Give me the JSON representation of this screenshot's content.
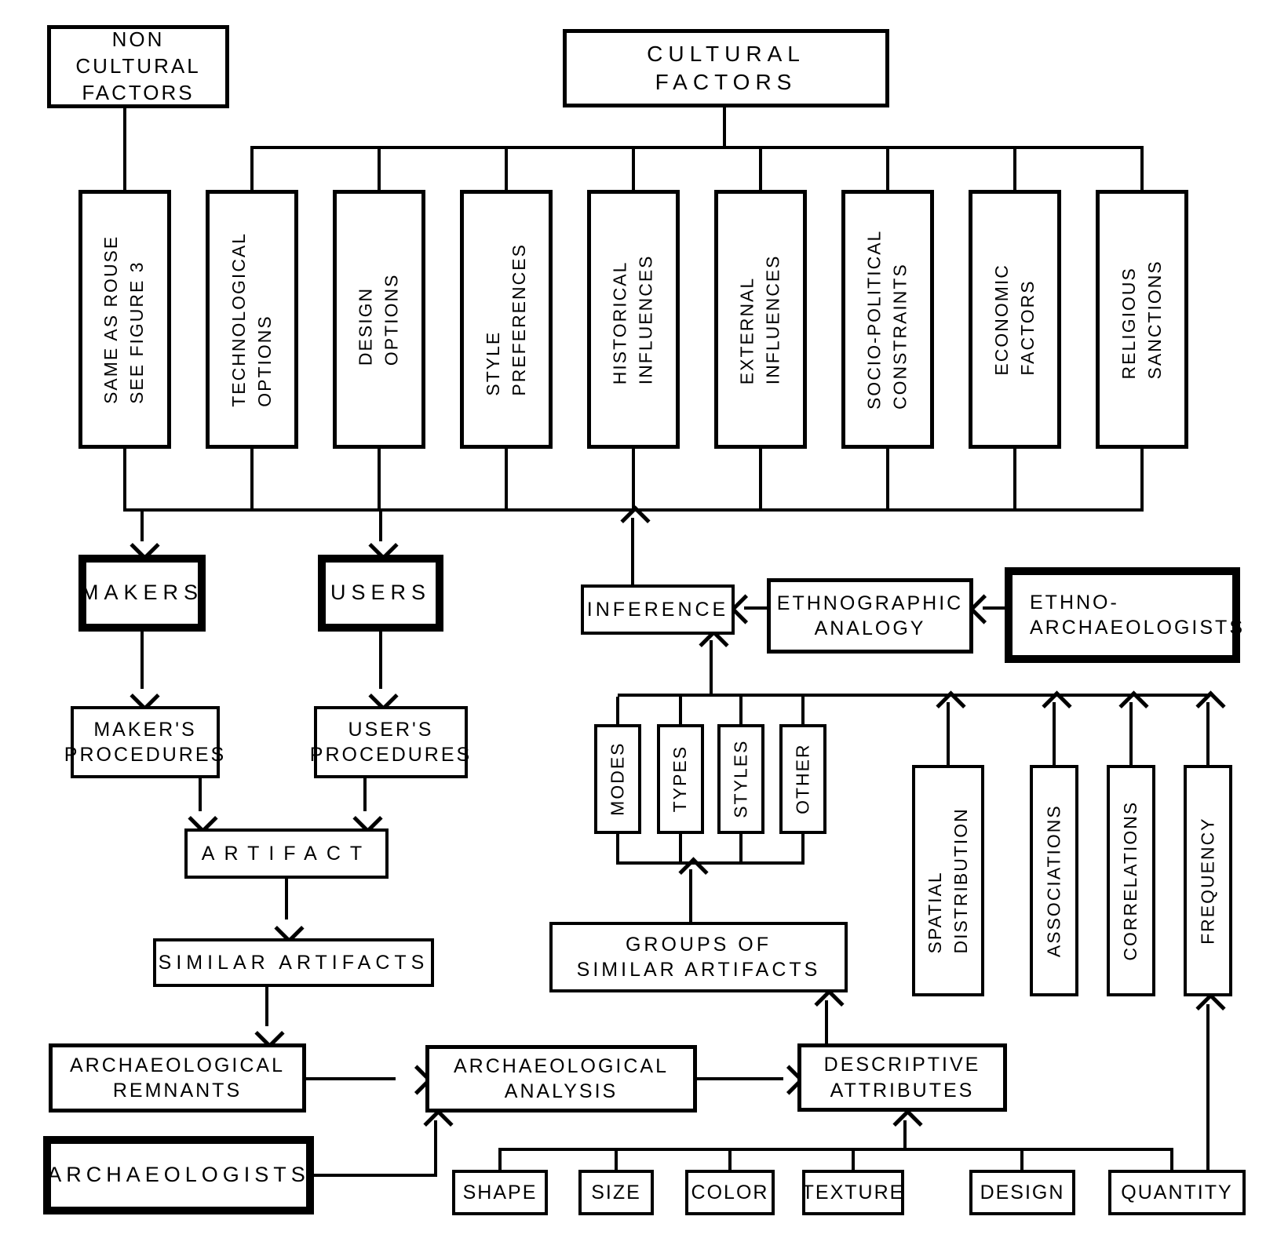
{
  "title": "Cultural factors and archaeological inference flowchart",
  "colors": {
    "ink": "#000000",
    "paper": "#ffffff"
  },
  "nodes": {
    "non_cultural_factors": {
      "lines": [
        "NON",
        "CULTURAL",
        "FACTORS"
      ]
    },
    "cultural_factors": {
      "lines": [
        "CULTURAL FACTORS"
      ]
    },
    "same_as_rouse": {
      "lines": [
        "SAME AS ROUSE",
        "SEE FIGURE 3"
      ]
    },
    "technological_options": {
      "lines": [
        "TECHNOLOGICAL",
        "OPTIONS"
      ]
    },
    "design_options": {
      "lines": [
        "DESIGN",
        "OPTIONS"
      ]
    },
    "style_preferences": {
      "lines": [
        "STYLE",
        "PREFERENCES"
      ]
    },
    "historical_influences": {
      "lines": [
        "HISTORICAL",
        "INFLUENCES"
      ]
    },
    "external_influences": {
      "lines": [
        "EXTERNAL",
        "INFLUENCES"
      ]
    },
    "socio_political_constraints": {
      "lines": [
        "SOCIO-POLITICAL",
        "CONSTRAINTS"
      ]
    },
    "economic_factors": {
      "lines": [
        "ECONOMIC",
        "FACTORS"
      ]
    },
    "religious_sanctions": {
      "lines": [
        "RELIGIOUS",
        "SANCTIONS"
      ]
    },
    "makers": {
      "lines": [
        "MAKERS"
      ]
    },
    "users": {
      "lines": [
        "USERS"
      ]
    },
    "inference": {
      "lines": [
        "INFERENCE"
      ]
    },
    "ethnographic_analogy": {
      "lines": [
        "ETHNOGRAPHIC",
        "ANALOGY"
      ]
    },
    "ethno_archaeologists": {
      "lines": [
        "ETHNO-",
        "ARCHAEOLOGISTS"
      ]
    },
    "makers_procedures": {
      "lines": [
        "MAKER'S",
        "PROCEDURES"
      ]
    },
    "users_procedures": {
      "lines": [
        "USER'S",
        "PROCEDURES"
      ]
    },
    "modes": {
      "lines": [
        "MODES"
      ]
    },
    "types": {
      "lines": [
        "TYPES"
      ]
    },
    "styles": {
      "lines": [
        "STYLES"
      ]
    },
    "other": {
      "lines": [
        "OTHER"
      ]
    },
    "spatial_distribution": {
      "lines": [
        "SPATIAL",
        "DISTRIBUTION"
      ]
    },
    "associations": {
      "lines": [
        "ASSOCIATIONS"
      ]
    },
    "correlations": {
      "lines": [
        "CORRELATIONS"
      ]
    },
    "frequency": {
      "lines": [
        "FREQUENCY"
      ]
    },
    "artifact": {
      "lines": [
        "ARTIFACT"
      ]
    },
    "similar_artifacts": {
      "lines": [
        "SIMILAR ARTIFACTS"
      ]
    },
    "groups_of_similar_artifacts": {
      "lines": [
        "GROUPS OF",
        "SIMILAR ARTIFACTS"
      ]
    },
    "archaeological_remnants": {
      "lines": [
        "ARCHAEOLOGICAL",
        "REMNANTS"
      ]
    },
    "archaeological_analysis": {
      "lines": [
        "ARCHAEOLOGICAL",
        "ANALYSIS"
      ]
    },
    "descriptive_attributes": {
      "lines": [
        "DESCRIPTIVE",
        "ATTRIBUTES"
      ]
    },
    "archaeologists": {
      "lines": [
        "ARCHAEOLOGISTS"
      ]
    },
    "shape": {
      "lines": [
        "SHAPE"
      ]
    },
    "size": {
      "lines": [
        "SIZE"
      ]
    },
    "color": {
      "lines": [
        "COLOR"
      ]
    },
    "texture": {
      "lines": [
        "TEXTURE"
      ]
    },
    "design": {
      "lines": [
        "DESIGN"
      ]
    },
    "quantity": {
      "lines": [
        "QUANTITY"
      ]
    }
  }
}
